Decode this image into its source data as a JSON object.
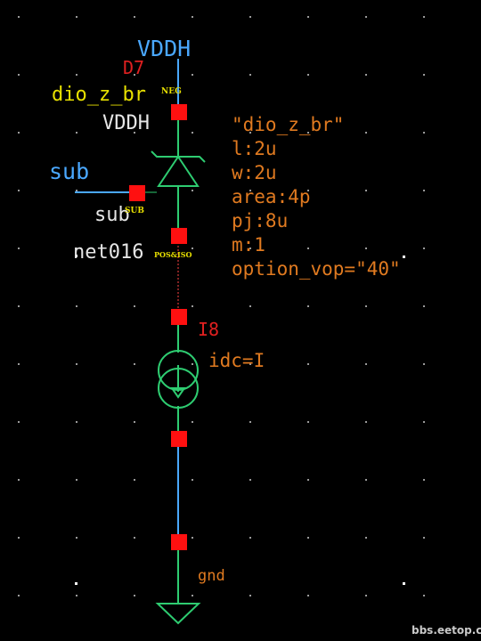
{
  "net_labels": {
    "top_net": "VDDH",
    "left_net": "sub"
  },
  "diode": {
    "instance": "D7",
    "cell": "dio_z_br",
    "pin_neg": "NEG",
    "pin_sub": "SUB",
    "pin_pos": "POS&ISO",
    "neg_net": "VDDH",
    "sub_net": "sub",
    "pos_net": "net016",
    "properties": [
      "\"dio_z_br\"",
      "l:2u",
      "w:2u",
      "area:4p",
      "pj:8u",
      "m:1",
      "option_vop=\"40\""
    ]
  },
  "current_source": {
    "instance": "I8",
    "param": "idc=I"
  },
  "ground": {
    "label": "gnd"
  },
  "watermark": "bbs.eetop.cn",
  "colors": {
    "background": "#000000",
    "wire": "#4aa8ff",
    "symbol": "#2ecc71",
    "pin": "#ff1010",
    "instance_label": "#e02020",
    "property": "#e07a20",
    "cell_name": "#e8e000"
  }
}
